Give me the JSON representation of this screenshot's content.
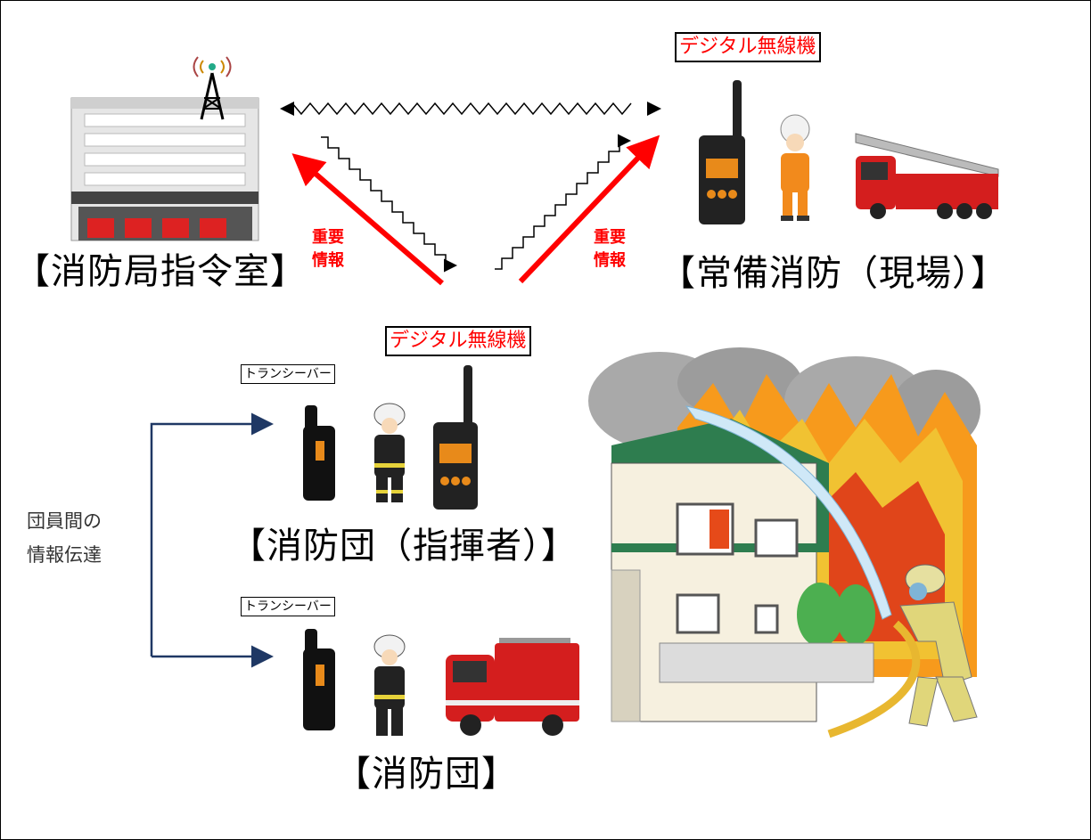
{
  "labels": {
    "dispatch": "【消防局指令室】",
    "jobi": "【常備消防（現場）】",
    "shikisha": "【消防団（指揮者）】",
    "shouboudan": "【消防団】"
  },
  "device_labels": {
    "digital_radio_top": "デジタル無線機",
    "digital_radio_mid": "デジタル無線機",
    "transceiver_1": "トランシーバー",
    "transceiver_2": "トランシーバー"
  },
  "important_info": {
    "left_line1": "重要",
    "left_line2": "情報",
    "right_line1": "重要",
    "right_line2": "情報"
  },
  "side_note": {
    "line1": "団員間の",
    "line2": "情報伝達"
  },
  "colors": {
    "red_arrow": "#ff0000",
    "navy_arrow": "#1f3864",
    "label_red": "#ff0000"
  },
  "icons": {
    "building": "fire-station-building",
    "antenna": "radio-tower-icon",
    "radio": "digital-radio-icon",
    "transceiver": "transceiver-icon",
    "firefighter": "firefighter-icon",
    "ladder_truck": "ladder-truck-icon",
    "pump_truck": "fire-pump-truck-icon",
    "fire_scene": "house-fire-illustration"
  }
}
